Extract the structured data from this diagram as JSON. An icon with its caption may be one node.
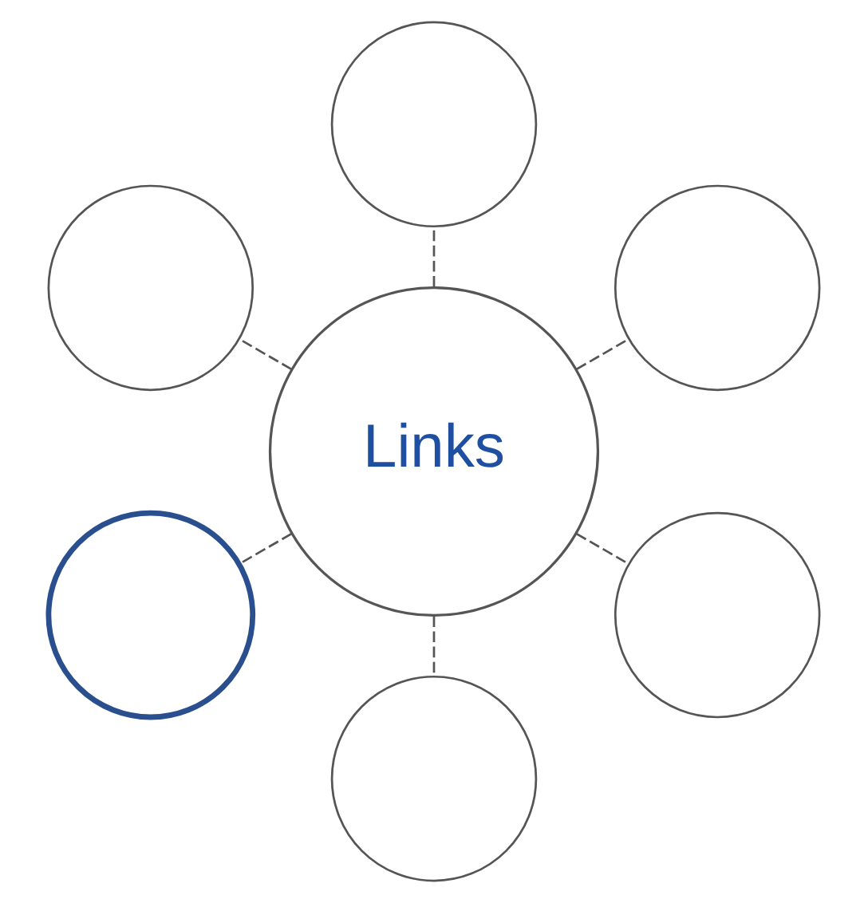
{
  "diagram": {
    "nodes": [
      {
        "text": [
          "Links"
        ]
      },
      {
        "text": [],
        "shape": "circle"
      },
      {
        "text": [],
        "shape": "circle"
      },
      {
        "text": [],
        "shape": "circle"
      },
      {
        "text": [],
        "shape": "circle"
      },
      {
        "text": [],
        "shape": "circle"
      },
      {
        "text": [],
        "shape": "circle"
      }
    ],
    "edges": [
      {
        "from": 0,
        "to": 1,
        "arrow": "none",
        "style": "dashed"
      },
      {
        "from": 0,
        "to": 2,
        "arrow": "none",
        "style": "dashed"
      },
      {
        "from": 0,
        "to": 3,
        "arrow": "none",
        "style": "dashed"
      },
      {
        "from": 0,
        "to": 4,
        "arrow": "none",
        "style": "dashed"
      },
      {
        "from": 0,
        "to": 5,
        "arrow": "none",
        "style": "dashed"
      },
      {
        "from": 0,
        "to": 6,
        "arrow": "none",
        "style": "dashed"
      }
    ]
  }
}
